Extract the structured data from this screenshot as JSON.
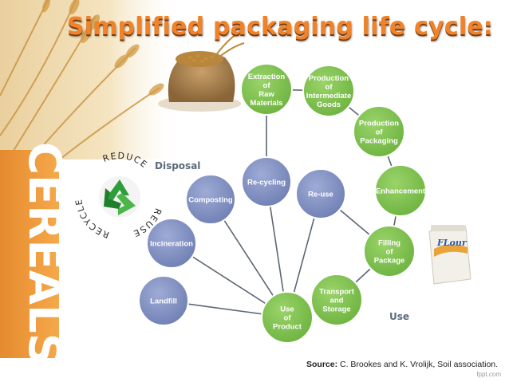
{
  "title": "Simplified packaging life cycle:",
  "side_word": "CEREALS",
  "labels": {
    "disposal": "Disposal",
    "use": "Use"
  },
  "badge": {
    "ring": "REDUCE REUSE RECYCLE",
    "words": [
      "REDUCE",
      "REUSE",
      "RECYCLE"
    ]
  },
  "product_logo": "FLour",
  "source": {
    "prefix": "Source:",
    "text": " C. Brookes and K. Vrolijk, Soil association."
  },
  "footer": "fppt.com",
  "colors": {
    "green": "#6db33f",
    "blue": "#6f7fb3",
    "title": "#f0832a"
  },
  "nodes": [
    {
      "id": "extraction",
      "lines": [
        "Extraction",
        "of",
        "Raw",
        "Materials"
      ],
      "color": "green"
    },
    {
      "id": "production-intermediate",
      "lines": [
        "Production",
        "of",
        "Intermediate",
        "Goods"
      ],
      "color": "green"
    },
    {
      "id": "production-packaging",
      "lines": [
        "Production",
        "of",
        "Packaging"
      ],
      "color": "green"
    },
    {
      "id": "enhancement",
      "lines": [
        "Enhancement"
      ],
      "color": "green"
    },
    {
      "id": "filling",
      "lines": [
        "Filling",
        "of",
        "Package"
      ],
      "color": "green"
    },
    {
      "id": "transport",
      "lines": [
        "Transport",
        "and",
        "Storage"
      ],
      "color": "green"
    },
    {
      "id": "use-of-product",
      "lines": [
        "Use",
        "of",
        "Product"
      ],
      "color": "green"
    },
    {
      "id": "re-use",
      "lines": [
        "Re-use"
      ],
      "color": "blue"
    },
    {
      "id": "re-cycling",
      "lines": [
        "Re-cycling"
      ],
      "color": "blue"
    },
    {
      "id": "composting",
      "lines": [
        "Composting"
      ],
      "color": "blue"
    },
    {
      "id": "incineration",
      "lines": [
        "Incineration"
      ],
      "color": "blue"
    },
    {
      "id": "landfill",
      "lines": [
        "Landfill"
      ],
      "color": "blue"
    }
  ],
  "edges": [
    [
      "extraction",
      "production-intermediate"
    ],
    [
      "production-intermediate",
      "production-packaging"
    ],
    [
      "production-packaging",
      "enhancement"
    ],
    [
      "enhancement",
      "filling"
    ],
    [
      "filling",
      "transport"
    ],
    [
      "transport",
      "use-of-product"
    ],
    [
      "re-cycling",
      "extraction"
    ],
    [
      "re-use",
      "filling"
    ],
    [
      "use-of-product",
      "re-use"
    ],
    [
      "use-of-product",
      "re-cycling"
    ],
    [
      "use-of-product",
      "composting"
    ],
    [
      "use-of-product",
      "incineration"
    ],
    [
      "use-of-product",
      "landfill"
    ]
  ]
}
